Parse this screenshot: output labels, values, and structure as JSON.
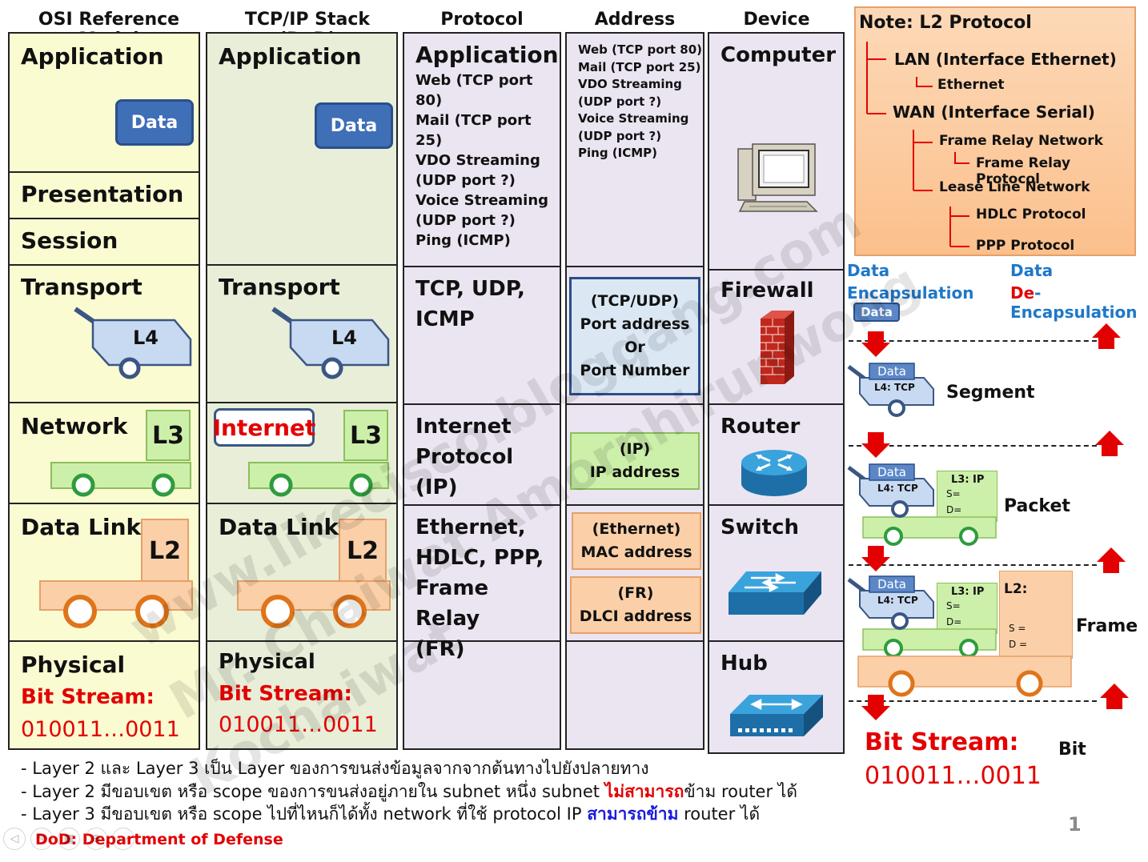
{
  "headers": {
    "osi": "OSI Reference Model",
    "tcpip": "TCP/IP Stack (DoD)",
    "protocol": "Protocol",
    "address": "Address",
    "device": "Device"
  },
  "osi": {
    "application": "Application",
    "presentation": "Presentation",
    "session": "Session",
    "transport": "Transport",
    "network": "Network",
    "datalink": "Data Link",
    "physical": "Physical",
    "bitstream_label": "Bit Stream:",
    "bitstream_value": "010011…0011",
    "data": "Data",
    "l4": "L4",
    "l3": "L3",
    "l2": "L2"
  },
  "tcpip": {
    "application": "Application",
    "transport": "Transport",
    "internet": "Internet",
    "datalink": "Data Link",
    "physical": "Physical",
    "bitstream_label": "Bit Stream:",
    "bitstream_value": "010011…0011",
    "data": "Data",
    "l4": "L4",
    "l3": "L3",
    "l2": "L2"
  },
  "protocol": {
    "application": "Application",
    "app_items": [
      "Web (TCP port 80)",
      "Mail (TCP  port 25)",
      "VDO Streaming",
      "(UDP port ?)",
      "Voice Streaming",
      "(UDP port ?)",
      "Ping (ICMP)"
    ],
    "transport": [
      "TCP, UDP,",
      "ICMP"
    ],
    "internet": [
      "Internet",
      "Protocol (IP)"
    ],
    "datalink": [
      "Ethernet,",
      "HDLC, PPP,",
      "Frame Relay",
      "(FR)"
    ]
  },
  "address": {
    "app_items": [
      "Web (TCP port 80)",
      "Mail (TCP  port 25)",
      "VDO Streaming",
      "(UDP port ?)",
      "Voice Streaming",
      "(UDP port ?)",
      "Ping (ICMP)"
    ],
    "transport": [
      "(TCP/UDP)",
      "Port address",
      "Or",
      "Port Number"
    ],
    "internet": [
      "(IP)",
      "IP address"
    ],
    "ethernet": [
      "(Ethernet)",
      "MAC address"
    ],
    "fr": [
      "(FR)",
      "DLCI address"
    ]
  },
  "device": {
    "computer": "Computer",
    "firewall": "Firewall",
    "router": "Router",
    "switch": "Switch",
    "hub": "Hub"
  },
  "note": {
    "title": "Note: L2 Protocol",
    "lan": "LAN (Interface Ethernet)",
    "ethernet": "Ethernet",
    "wan": "WAN (Interface Serial)",
    "frame_relay_network": "Frame Relay Network",
    "frame_relay_protocol": "Frame Relay  Protocol",
    "lease_line": "Lease Line Network",
    "hdlc": "HDLC Protocol",
    "ppp": "PPP Protocol"
  },
  "encap": {
    "encap_word1": "Data",
    "encap_word2": "Encapsulation",
    "decap_word1": "Data",
    "decap_prefix": "De",
    "decap_suffix": "-Encapsulation",
    "data": "Data",
    "l4tcp": "L4: TCP",
    "l3ip": "L3: IP",
    "s": "S=",
    "d": "D=",
    "l2": "L2:",
    "s2": "S =",
    "d2": "D =",
    "segment": "Segment",
    "packet": "Packet",
    "frame": "Frame",
    "bit": "Bit",
    "bitstream_label": "Bit Stream:",
    "bitstream_value": "010011…0011"
  },
  "notes": {
    "line1": "- Layer 2 และ Layer 3 เป็น Layer ของการขนส่งข้อมูลจากจากต้นทางไปยังปลายทาง",
    "line2_a": "- Layer 2 มีขอบเขต หรือ scope ของการขนส่งอยู่ภายใน subnet หนึ่ง subnet ",
    "line2_b": "ไม่สามารถ",
    "line2_c": "ข้าม router ได้",
    "line3_a": "- Layer 3 มีขอบเขต หรือ scope ไปที่ไหนก็ได้ทั้ง network ที่ใช้ protocol IP ",
    "line3_b": "สามารถข้าม",
    "line3_c": " router ได้",
    "dod": "DoD: Department of Defense",
    "page": "1"
  },
  "watermark": {
    "line1": "www.likecisco.bloggang.com",
    "line2": "Mr. Chaiwat Amornhirunwong",
    "line3": "Kochaiwat"
  },
  "colors": {
    "yellow": "#fbfbd2",
    "green_col": "#e8eed8",
    "lavender": "#ebe5f1",
    "blue_btn": "#3e6fb7",
    "red": "#e30000",
    "green_box": "#ccf0aa",
    "orange_box": "#fbd0a8",
    "note_bg": "#fbc79a"
  }
}
